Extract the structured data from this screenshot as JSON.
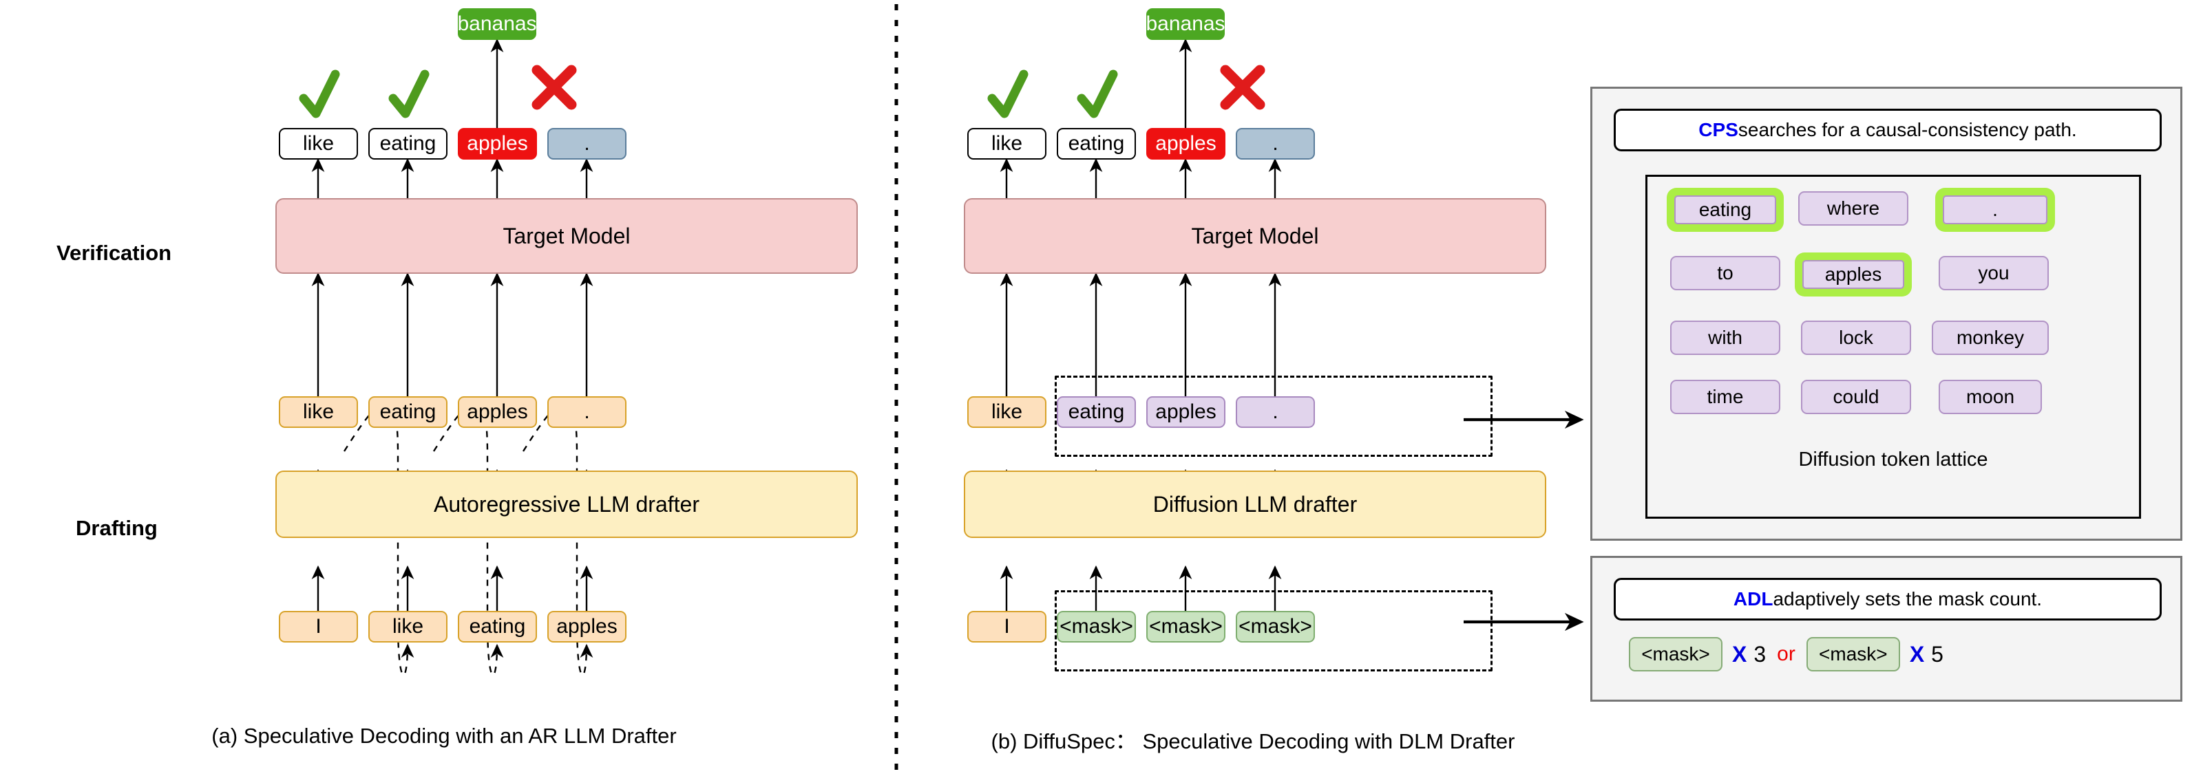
{
  "figure": {
    "panel_a_caption": "(a) Speculative Decoding with an AR LLM Drafter",
    "panel_b_caption": "(b) DiffuSpec： Speculative Decoding with DLM Drafter"
  },
  "stages": {
    "verification": "Verification",
    "drafting": "Drafting"
  },
  "panel_a": {
    "accepted_output": "bananas",
    "verify_tokens": [
      "like",
      "eating",
      "apples",
      "."
    ],
    "verify_marks": [
      "check",
      "check",
      "cross",
      "none"
    ],
    "target_model": "Target Model",
    "draft_tokens": [
      "like",
      "eating",
      "apples",
      "."
    ],
    "drafter": "Autoregressive LLM drafter",
    "input_tokens": [
      "I",
      "like",
      "eating",
      "apples"
    ]
  },
  "panel_b": {
    "accepted_output": "bananas",
    "verify_tokens": [
      "like",
      "eating",
      "apples",
      "."
    ],
    "verify_marks": [
      "check",
      "check",
      "cross",
      "none"
    ],
    "target_model": "Target Model",
    "draft_tokens": [
      "like",
      "eating",
      "apples",
      "."
    ],
    "drafter": "Diffusion LLM drafter",
    "input_tokens": [
      "I",
      "<mask>",
      "<mask>",
      "<mask>"
    ]
  },
  "cps_panel": {
    "title_keyword": "CPS",
    "title_rest": " searches for a causal-consistency path.",
    "lattice_caption": "Diffusion token lattice",
    "lattice_rows": [
      [
        "eating",
        "where",
        "."
      ],
      [
        "to",
        "apples",
        "you"
      ],
      [
        "with",
        "lock",
        "monkey"
      ],
      [
        "time",
        "could",
        "moon"
      ]
    ],
    "highlighted": [
      "eating",
      ".",
      "apples"
    ],
    "path": [
      "eating",
      "apples",
      "."
    ]
  },
  "adl_panel": {
    "title_keyword": "ADL",
    "title_rest": " adaptively sets the mask count.",
    "mask_label": "<mask>",
    "multiply_symbol": "X",
    "count_left": "3",
    "or_label": "or",
    "count_right": "5"
  },
  "colors": {
    "accepted_green": "#4ca722",
    "rejected_red": "#ee1111",
    "pending_blue": "#aec3d4",
    "target_pink": "#f7cfcf",
    "drafter_yellow": "#fdefc2",
    "token_orange": "#fde0bd",
    "diffusion_purple": "#e1d4ec",
    "mask_mint": "#c9e3c0",
    "highlight_green": "#abee45",
    "keyword_blue": "#0000ee"
  }
}
